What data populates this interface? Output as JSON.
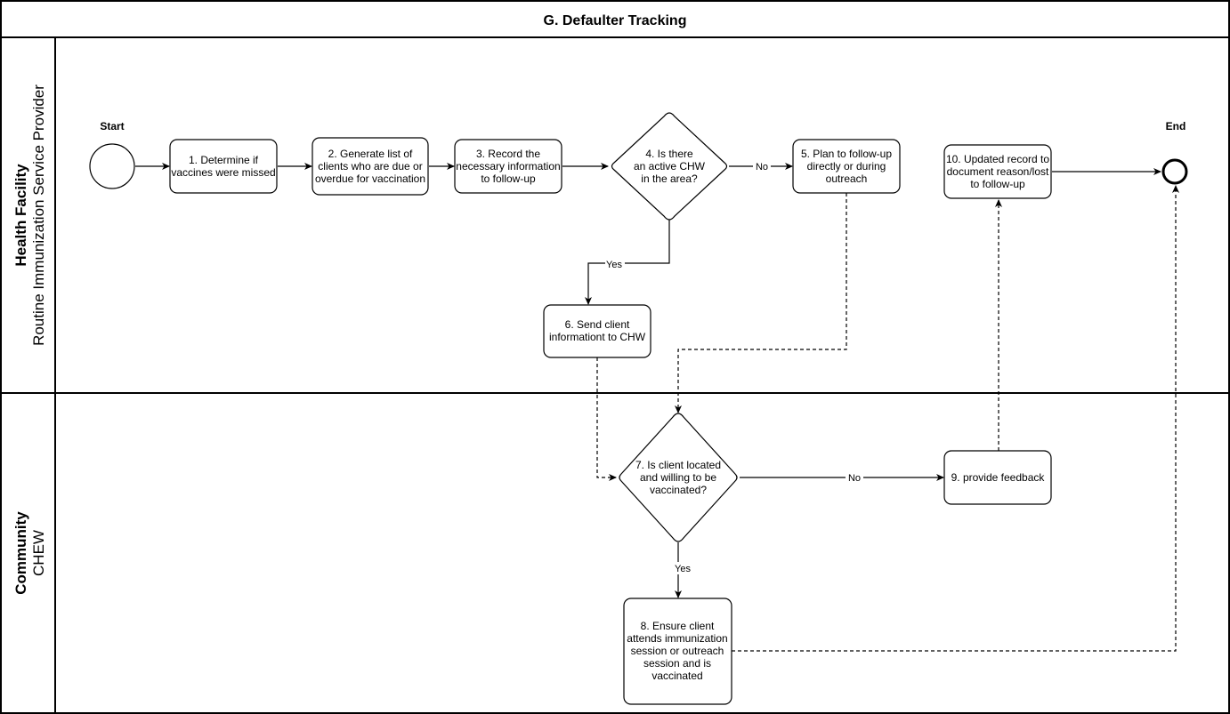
{
  "diagram": {
    "title": "G. Defaulter Tracking",
    "lanes": [
      {
        "id": "health-facility",
        "title": "Health Facility",
        "subtitle": "Routine Immunization Service Provider"
      },
      {
        "id": "community",
        "title": "Community",
        "subtitle": "CHEW"
      }
    ],
    "events": {
      "start": {
        "label": "Start"
      },
      "end": {
        "label": "End"
      }
    },
    "nodes": [
      {
        "id": "n1",
        "type": "task",
        "lines": [
          "1. Determine if",
          "vaccines were missed"
        ]
      },
      {
        "id": "n2",
        "type": "task",
        "lines": [
          "2. Generate list of",
          "clients who are due or",
          "overdue for vaccination"
        ]
      },
      {
        "id": "n3",
        "type": "task",
        "lines": [
          "3. Record the",
          "necessary information",
          "to follow-up"
        ]
      },
      {
        "id": "n4",
        "type": "decision",
        "lines": [
          "4. Is there",
          "an active CHW",
          "in the area?"
        ]
      },
      {
        "id": "n5",
        "type": "task",
        "lines": [
          "5. Plan to follow-up",
          "directly or during",
          "outreach"
        ]
      },
      {
        "id": "n6",
        "type": "task",
        "lines": [
          "6. Send client",
          "informationt to CHW"
        ]
      },
      {
        "id": "n7",
        "type": "decision",
        "lines": [
          "7. Is client located",
          "and willing to be",
          "vaccinated?"
        ]
      },
      {
        "id": "n8",
        "type": "task",
        "lines": [
          "8. Ensure client",
          "attends immunization",
          "session or outreach",
          "session and is",
          "vaccinated"
        ]
      },
      {
        "id": "n9",
        "type": "task",
        "lines": [
          "9. provide feedback"
        ]
      },
      {
        "id": "n10",
        "type": "task",
        "lines": [
          "10. Updated record to",
          "document reason/lost",
          "to follow-up"
        ]
      }
    ],
    "edge_labels": {
      "n4_no": "No",
      "n4_yes": "Yes",
      "n7_no": "No",
      "n7_yes": "Yes"
    }
  }
}
